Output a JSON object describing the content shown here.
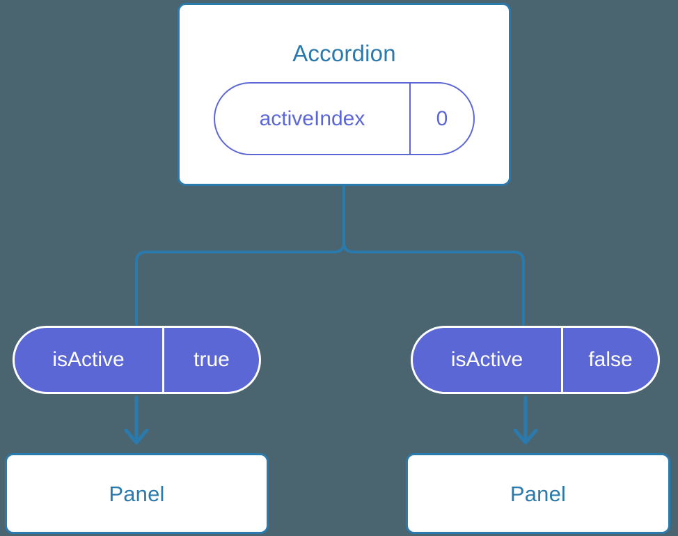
{
  "theme": {
    "background": "#4b6570",
    "card_border": "#2b7aad",
    "card_fill": "#ffffff",
    "title_text": "#2b7aad",
    "pill_accent": "#5c67d6",
    "pill_filled_text": "#ffffff",
    "connector": "#2b7aad",
    "arrow": "#2b7aad"
  },
  "diagram": {
    "root": {
      "title": "Accordion",
      "state": {
        "key": "activeIndex",
        "value": "0"
      }
    },
    "branches": [
      {
        "prop": {
          "key": "isActive",
          "value": "true"
        },
        "child": {
          "title": "Panel"
        }
      },
      {
        "prop": {
          "key": "isActive",
          "value": "false"
        },
        "child": {
          "title": "Panel"
        }
      }
    ]
  }
}
